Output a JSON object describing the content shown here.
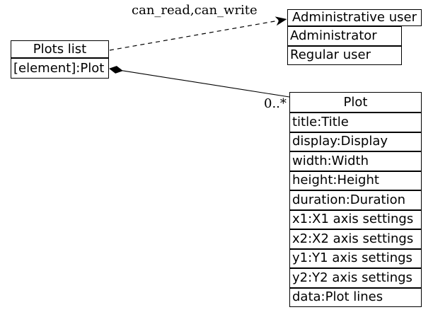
{
  "diagram": {
    "type": "uml-class-diagram",
    "colors": {
      "background": "#ffffff",
      "border": "#000000",
      "text": "#000000"
    }
  },
  "nodes": {
    "plots_list": {
      "title": "Plots list",
      "attributes": [
        "[element]:Plot"
      ]
    },
    "administrative_user": {
      "title": "Administrative user",
      "values": [
        "Administrator",
        "Regular user"
      ]
    },
    "plot": {
      "title": "Plot",
      "attributes": [
        "title:Title",
        "display:Display",
        "width:Width",
        "height:Height",
        "duration:Duration",
        "x1:X1 axis settings",
        "x2:X2 axis settings",
        "y1:Y1 axis settings",
        "y2:Y2 axis settings",
        "data:Plot lines"
      ]
    }
  },
  "edges": {
    "permission": {
      "label": "can_read,can_write",
      "from": "Plots list",
      "to": "Administrative user",
      "style": "dashed",
      "arrowhead": "vee"
    },
    "composition": {
      "multiplicity": "0..*",
      "from": "Plots list",
      "to": "Plot",
      "style": "solid",
      "tail_marker": "filled-diamond"
    }
  }
}
